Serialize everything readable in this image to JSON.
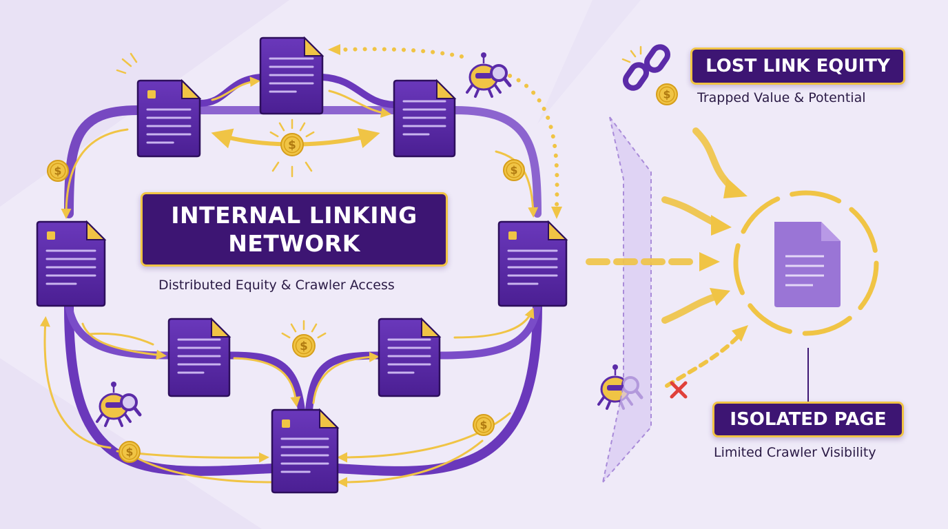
{
  "network": {
    "title_line1": "INTERNAL LINKING",
    "title_line2": "NETWORK",
    "subtitle": "Distributed Equity & Crawler Access"
  },
  "lost_equity": {
    "title": "LOST LINK EQUITY",
    "subtitle": "Trapped Value & Potential"
  },
  "isolated": {
    "title": "ISOLATED PAGE",
    "subtitle": "Limited Crawler Visibility"
  },
  "icons": {
    "page": "document-icon",
    "coin": "dollar-coin-icon",
    "crawler": "crawler-bot-icon",
    "broken_link": "broken-chain-icon",
    "blocked": "red-x-icon"
  },
  "colors": {
    "primary": "#5b2ba8",
    "dark": "#3d1573",
    "accent": "#f0c445",
    "background": "#efeaf8",
    "isolated_page": "#9a75d6",
    "blocked": "#e0403a"
  }
}
